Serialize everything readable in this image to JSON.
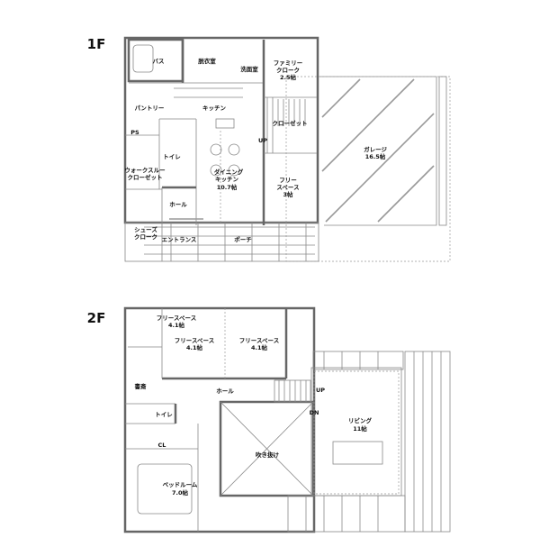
{
  "floor1": {
    "title": "1F",
    "rooms": {
      "bath": "バス",
      "dressing": "脱衣室",
      "washroom": "洗面室",
      "family_cloak": "ファミリー",
      "family_cloak2": "クローク",
      "family_cloak_size": "2.5帖",
      "pantry": "パントリー",
      "kitchen": "キッチン",
      "closet": "クローゼット",
      "ps": "PS",
      "toilet": "トイレ",
      "up": "UP",
      "walkthrough": "ウォークスルー",
      "walkthrough2": "クローゼット",
      "dining": "ダイニング",
      "dining2": "キッチン",
      "dining_size": "10.7帖",
      "free": "フリー",
      "free2": "スペース",
      "free_size": "3帖",
      "hall": "ホール",
      "shoes": "シューズ",
      "shoes2": "クローク",
      "entrance": "エントランス",
      "porch": "ポーチ",
      "garage": "ガレージ",
      "garage_size": "16.5帖"
    }
  },
  "floor2": {
    "title": "2F",
    "rooms": {
      "free_a": "フリースペース",
      "free_a_size": "4.1帖",
      "free_b": "フリースペース",
      "free_b_size": "4.1帖",
      "free_c": "フリースペース",
      "free_c_size": "4.1帖",
      "study": "書斎",
      "hall": "ホール",
      "up": "UP",
      "dn": "DN",
      "toilet": "トイレ",
      "cl": "CL",
      "living": "リビング",
      "living_size": "11帖",
      "void": "吹き抜け",
      "bedroom": "ベッドルーム",
      "bedroom_size": "7.0帖"
    }
  }
}
